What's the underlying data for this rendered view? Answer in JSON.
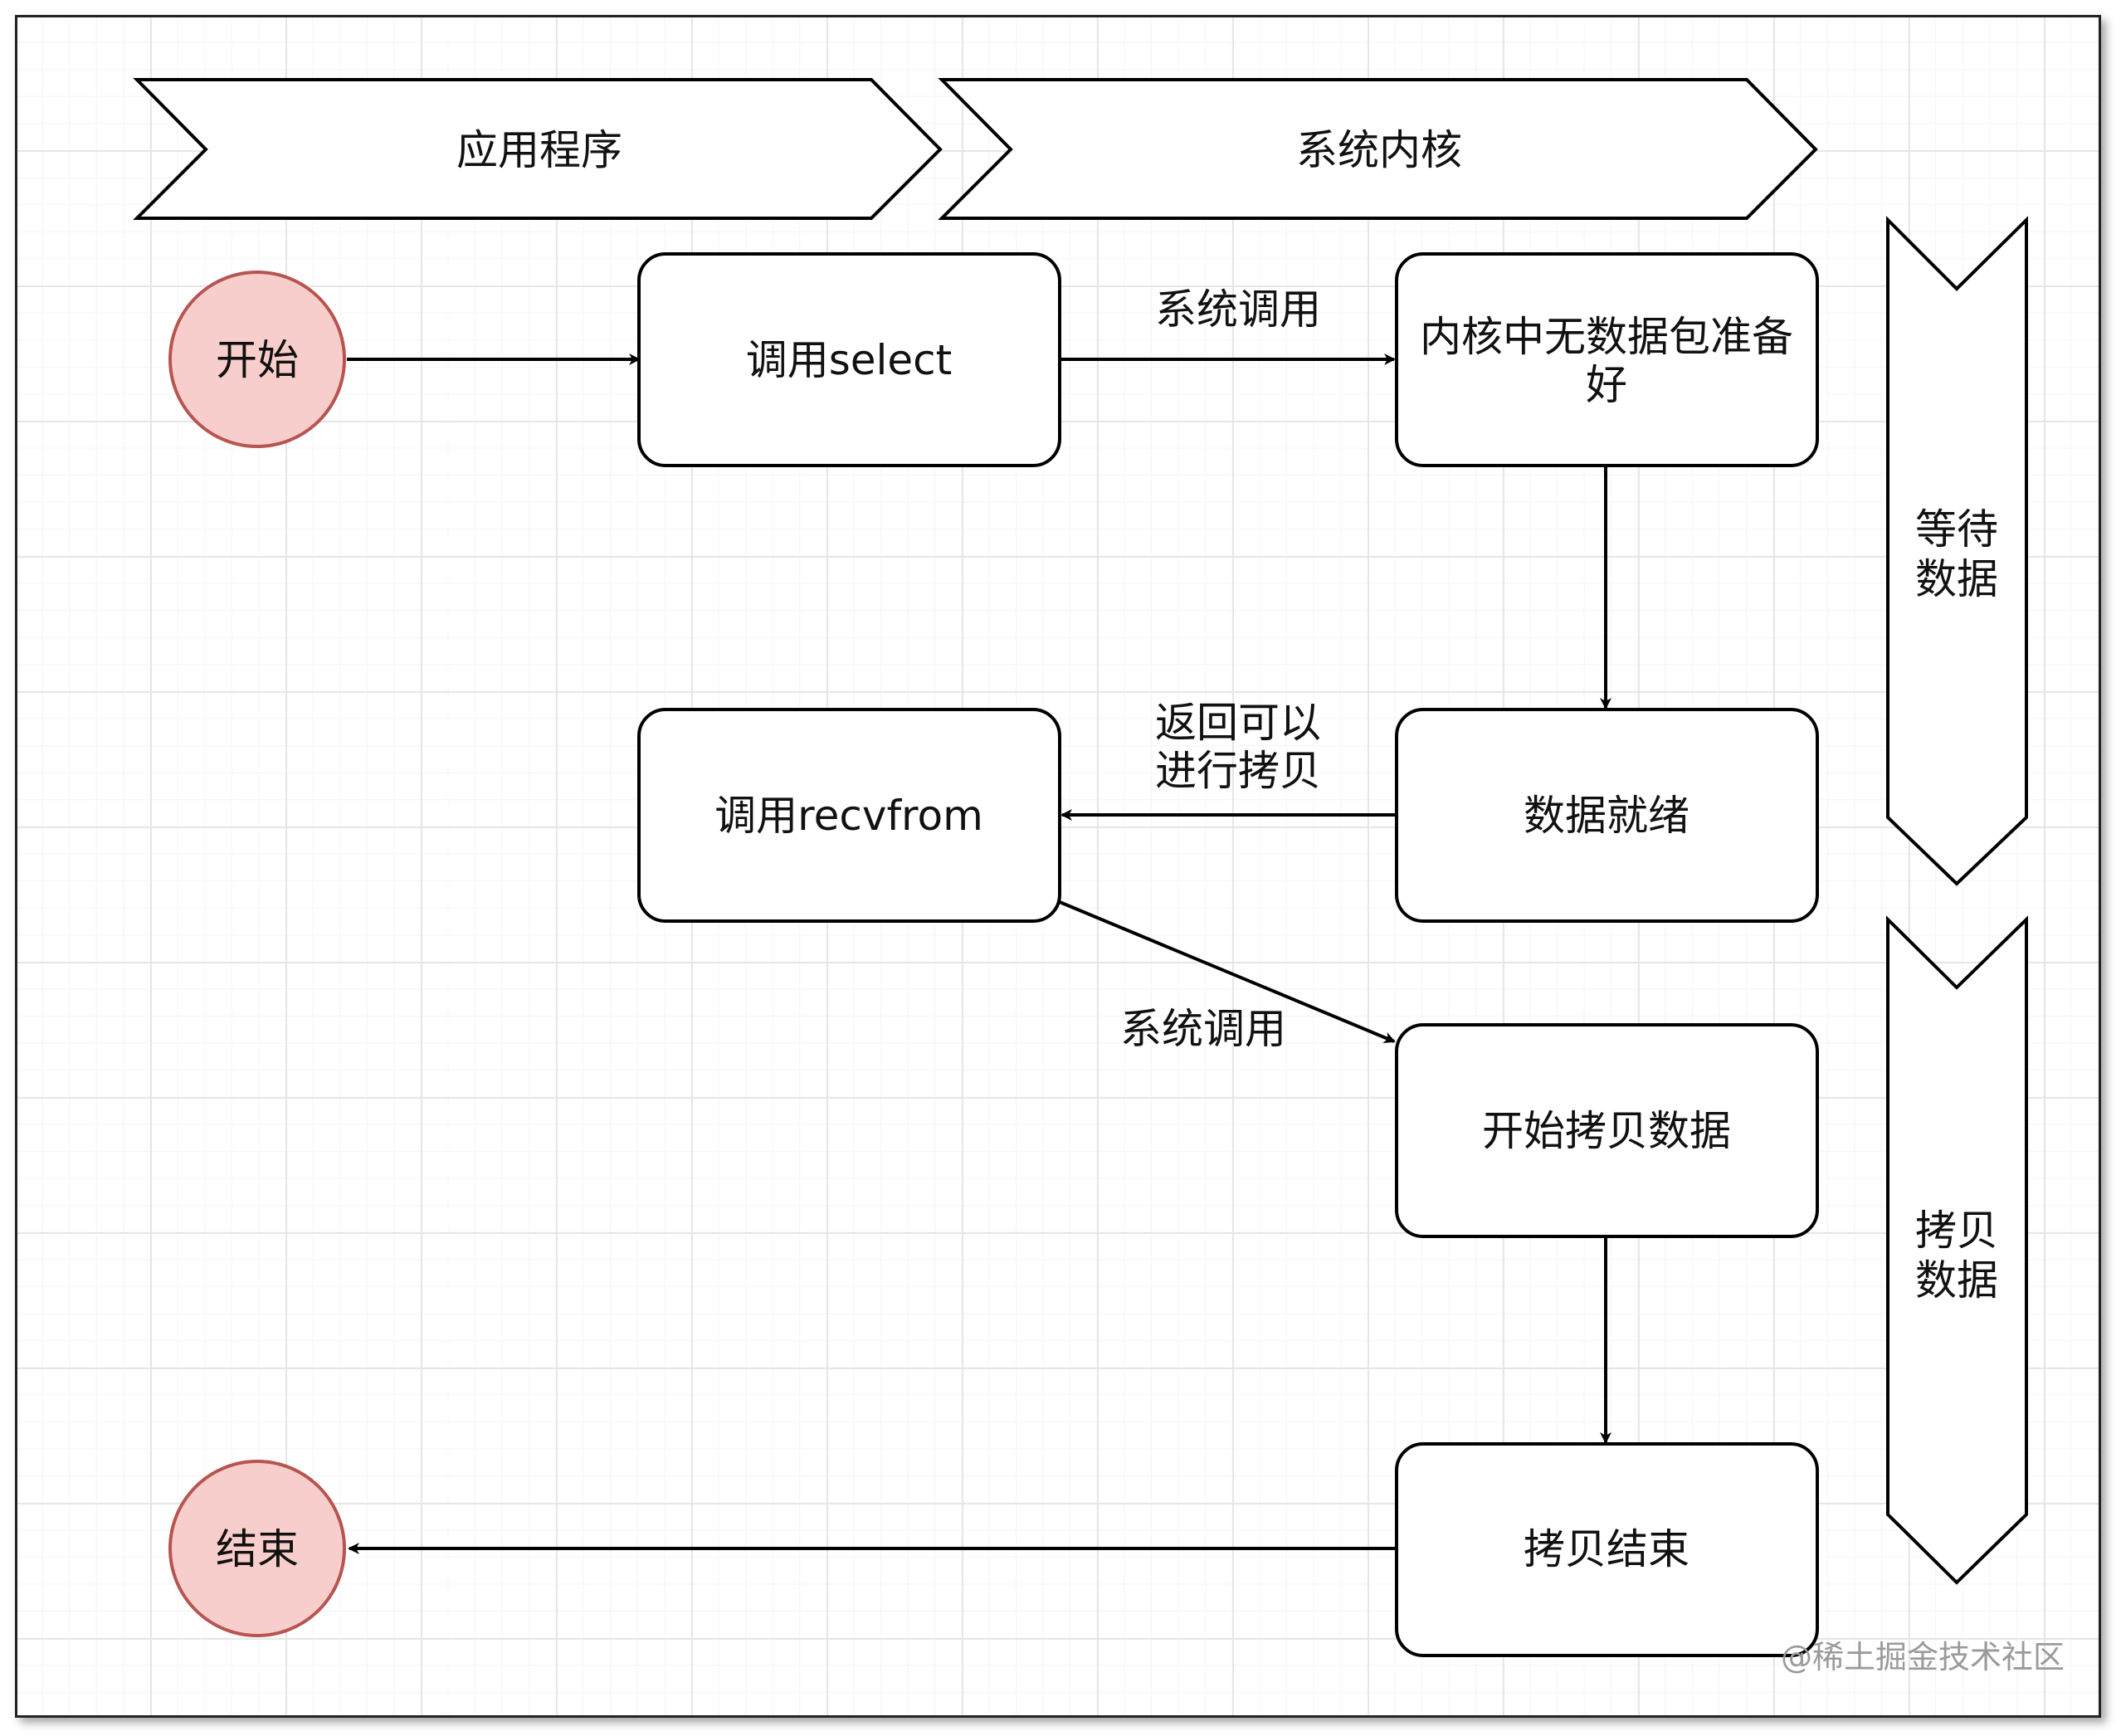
{
  "lanes": {
    "application": "应用程序",
    "kernel": "系统内核"
  },
  "phases": {
    "wait_line1": "等待",
    "wait_line2": "数据",
    "copy_line1": "拷贝",
    "copy_line2": "数据"
  },
  "nodes": {
    "start": "开始",
    "end": "结束",
    "call_select": "调用select",
    "no_data_line1": "内核中无数据包准备",
    "no_data_line2": "好",
    "call_recvfrom": "调用recvfrom",
    "data_ready": "数据就绪",
    "start_copy": "开始拷贝数据",
    "copy_end": "拷贝结束"
  },
  "edges": {
    "syscall_1": "系统调用",
    "return_line1": "返回可以",
    "return_line2": "进行拷贝",
    "syscall_2": "系统调用"
  },
  "colors": {
    "terminal_fill": "#f8cecc",
    "terminal_stroke": "#b85450",
    "stroke": "#000000"
  },
  "watermark": "@稀土掘金技术社区"
}
